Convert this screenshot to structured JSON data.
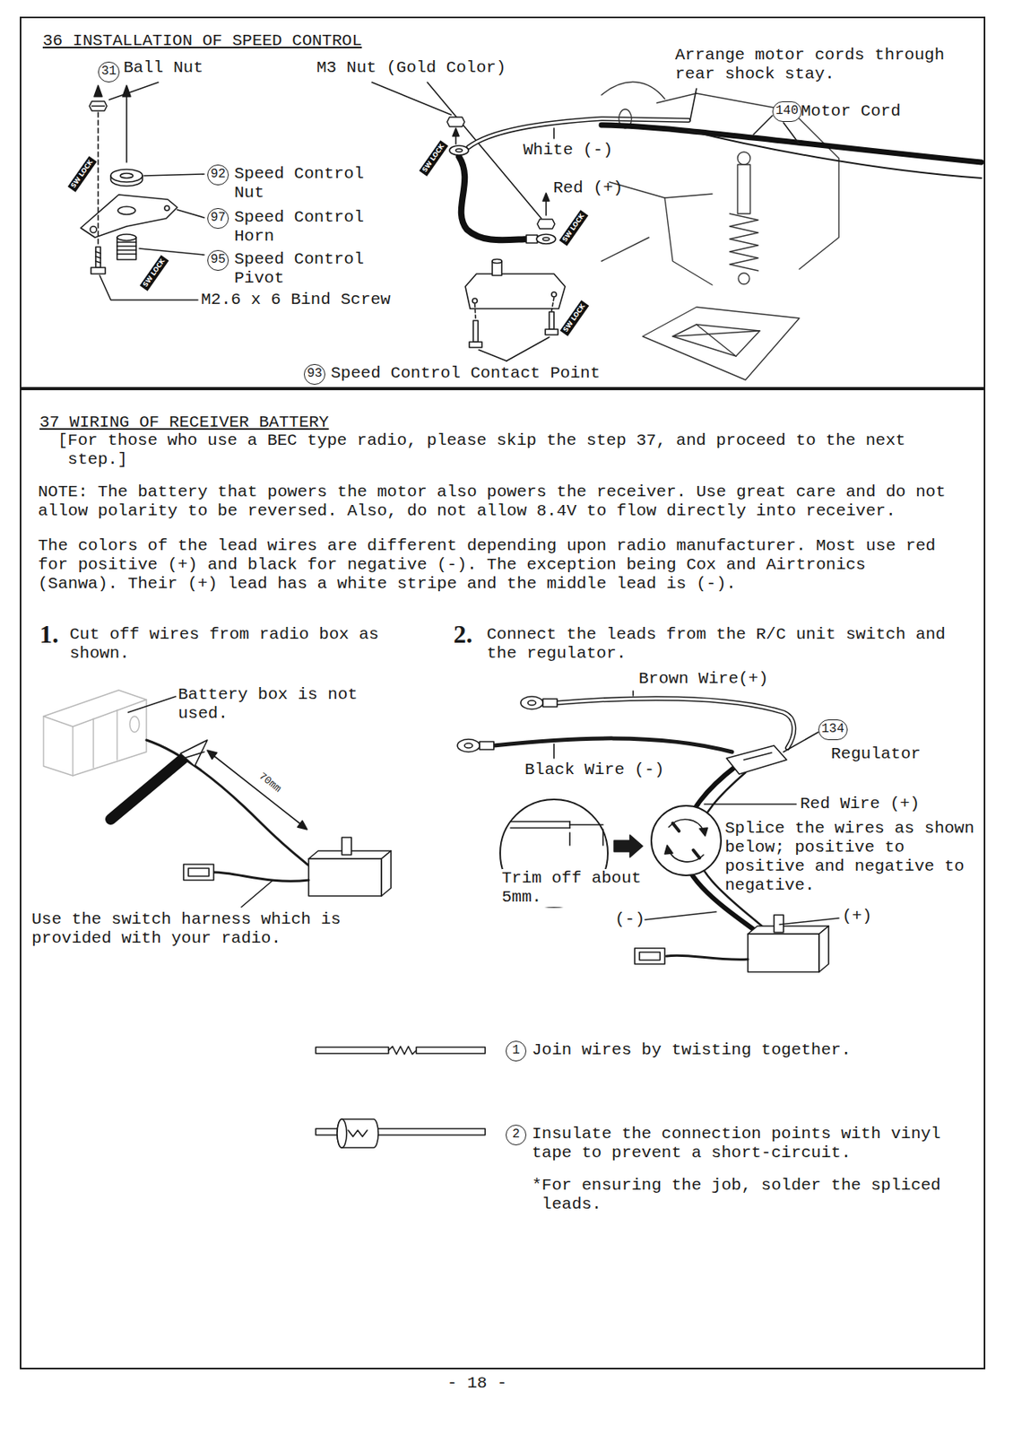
{
  "diagram": {
    "nodes": [
      {
        "text": [
          "36 INSTALLATION OF SPEED CONTROL"
        ]
      },
      {
        "text": [
          "37 WIRING OF RECEIVER BATTERY"
        ]
      }
    ],
    "labels": [
      "31",
      "Ball Nut",
      "M3 Nut (Gold Color)",
      "Arrange motor cords through rear shock stay.",
      "140",
      "Motor Cord",
      "White (-)",
      "92",
      "Speed Control Nut",
      "Red (+)",
      "97",
      "Speed Control Horn",
      "95",
      "Speed Control Pivot",
      "M2.6 x 6 Bind Screw",
      "93",
      "Speed Control Contact Point",
      "SW LOCK",
      "SW LOCK",
      "SW LOCK",
      "SW LOCK",
      "SW LOCK",
      "[For those who use a BEC type radio, please skip the step 37, and proceed to the next step.]",
      "NOTE: The battery that powers the motor also powers the receiver. Use great care and do not allow polarity to be reversed. Also, do not allow 8.4V to flow directly into receiver.",
      "The colors of the lead wires are different depending upon radio manufacturer. Most use red for positive (+) and black for negative (-). The exception being Cox and Airtronics (Sanwa). Their (+) lead has a white stripe and the middle lead is (-).",
      "1.",
      "Cut off wires from radio box as shown.",
      "2.",
      "Connect the leads from the R/C unit switch and the regulator.",
      "Brown Wire(+)",
      "Battery box is not used.",
      "Black Wire (-)",
      "134",
      "Regulator",
      "70mm",
      "Red Wire (+)",
      "Splice the wires as shown below; positive to positive and negative to negative.",
      "Trim off about 5mm.",
      "Use the switch harness which is provided with your radio.",
      "(-)",
      "(+)",
      "1",
      "Join wires by twisting together.",
      "2",
      "Insulate the connection points with vinyl tape to prevent a short-circuit.",
      "*For ensuring the job, solder the spliced leads.",
      "- 18 -"
    ]
  }
}
